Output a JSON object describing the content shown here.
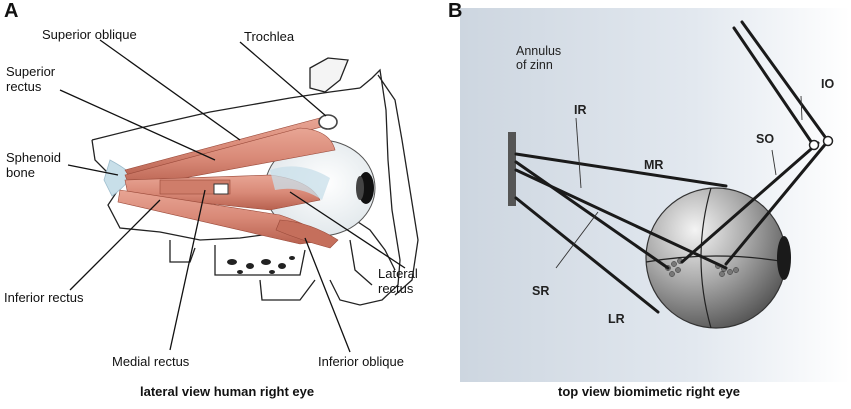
{
  "panel_a": {
    "letter": "A",
    "labels": {
      "superior_oblique": "Superior oblique",
      "trochlea": "Trochlea",
      "superior_rectus": "Superior rectus",
      "sphenoid_bone": "Sphenoid bone",
      "inferior_rectus": "Inferior rectus",
      "medial_rectus": "Medial rectus",
      "inferior_oblique": "Inferior oblique",
      "lateral_rectus": "Lateral rectus"
    },
    "caption": "lateral view human right eye"
  },
  "panel_b": {
    "letter": "B",
    "labels": {
      "annulus": "Annulus of zinn",
      "io": "IO",
      "so": "SO",
      "ir": "IR",
      "mr": "MR",
      "sr": "SR",
      "lr": "LR"
    },
    "caption": "top view biomimetic right eye"
  },
  "colors": {
    "muscle": "#d98a78",
    "muscle_dark": "#b8614f",
    "tendon": "#c8dfe9",
    "panel_b_bg": "#dfe6ee",
    "rod": "#1a1a1a",
    "sphere": "#9a9a9a"
  }
}
